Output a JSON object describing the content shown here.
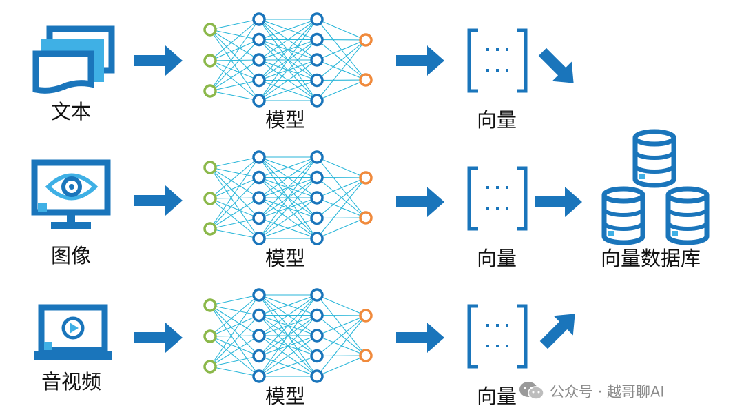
{
  "rows": [
    {
      "input_label": "文本",
      "input_icon": "document-stack-icon",
      "model_label": "模型",
      "vector_label": "向量"
    },
    {
      "input_label": "图像",
      "input_icon": "monitor-eye-icon",
      "model_label": "模型",
      "vector_label": "向量"
    },
    {
      "input_label": "音视频",
      "input_icon": "laptop-play-icon",
      "model_label": "模型",
      "vector_label": "向量"
    }
  ],
  "vector_symbol": "⋮⋮",
  "database_label": "向量数据库",
  "database_icon": "database-cylinder-icon",
  "watermark": {
    "icon": "wechat-icon",
    "text": "公众号 · 越哥聊AI"
  },
  "colors": {
    "primary_blue": "#1a75bb",
    "light_blue": "#3fb0e5",
    "net_edges": "#29b6d9",
    "input_nodes": "#8bb84a",
    "hidden_nodes": "#1a75bb",
    "output_nodes": "#f08a3c"
  }
}
